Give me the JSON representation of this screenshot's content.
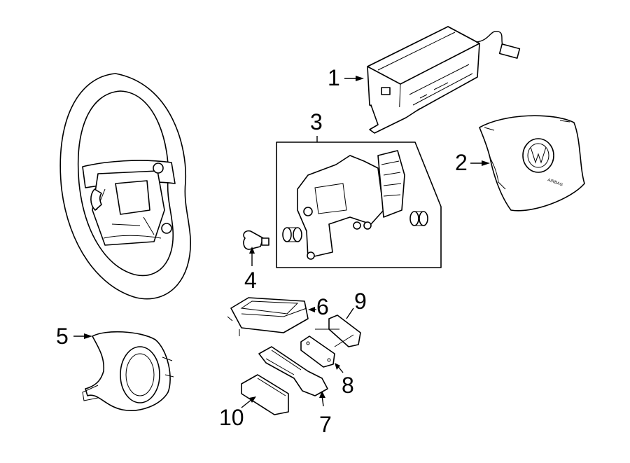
{
  "callouts": [
    {
      "id": 1,
      "label": "1"
    },
    {
      "id": 2,
      "label": "2"
    },
    {
      "id": 3,
      "label": "3"
    },
    {
      "id": 4,
      "label": "4"
    },
    {
      "id": 5,
      "label": "5"
    },
    {
      "id": 6,
      "label": "6"
    },
    {
      "id": 7,
      "label": "7"
    },
    {
      "id": 8,
      "label": "8"
    },
    {
      "id": 9,
      "label": "9"
    },
    {
      "id": 10,
      "label": "10"
    }
  ],
  "airbag_cover_text": "AIRBAG",
  "colors": {
    "line": "#000000",
    "fill": "#ffffff"
  }
}
